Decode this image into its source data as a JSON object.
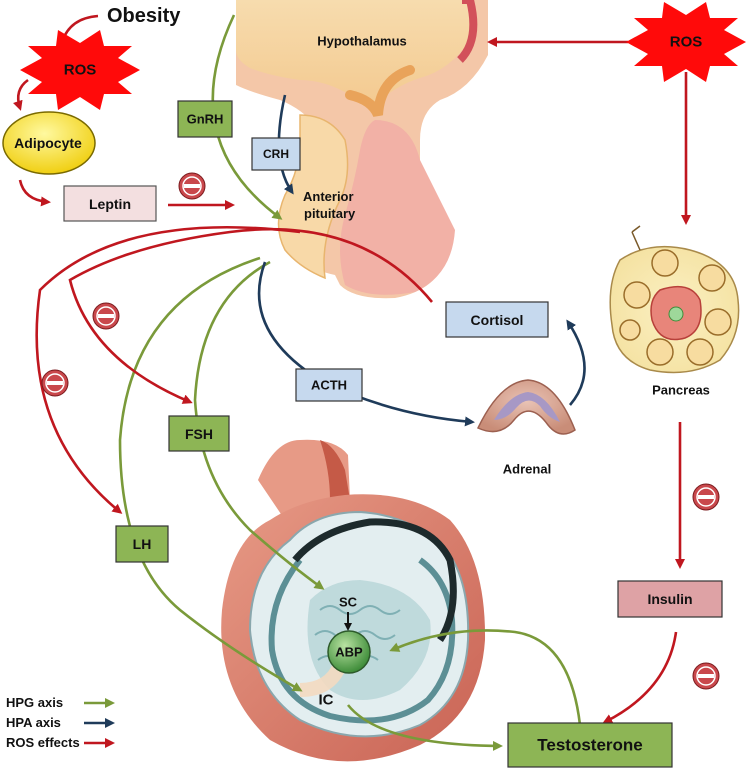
{
  "labels": {
    "obesity": "Obesity",
    "ros_left": "ROS",
    "ros_right": "ROS",
    "adipocyte": "Adipocyte",
    "leptin": "Leptin",
    "hypothalamus": "Hypothalamus",
    "gnrh": "GnRH",
    "crh": "CRH",
    "anterior_pituitary_line1": "Anterior",
    "anterior_pituitary_line2": "pituitary",
    "cortisol": "Cortisol",
    "acth": "ACTH",
    "adrenal": "Adrenal",
    "pancreas": "Pancreas",
    "fsh": "FSH",
    "lh": "LH",
    "sc": "SC",
    "abp": "ABP",
    "ic": "IC",
    "insulin": "Insulin",
    "testosterone": "Testosterone"
  },
  "legend": [
    {
      "label": "HPG axis",
      "color": "#7a9a3a"
    },
    {
      "label": "HPA axis",
      "color": "#1f3b5a"
    },
    {
      "label": "ROS effects",
      "color": "#c0171f"
    }
  ],
  "colors": {
    "hpg": "#7a9a3a",
    "hpa": "#1f3b5a",
    "ros": "#c0171f",
    "green_box": "#8db555",
    "blue_box": "#c6d9ee",
    "pink_box": "#f3dfe0",
    "insulin_box": "#dea2a5",
    "inhibit_icon": "#c9484c"
  }
}
